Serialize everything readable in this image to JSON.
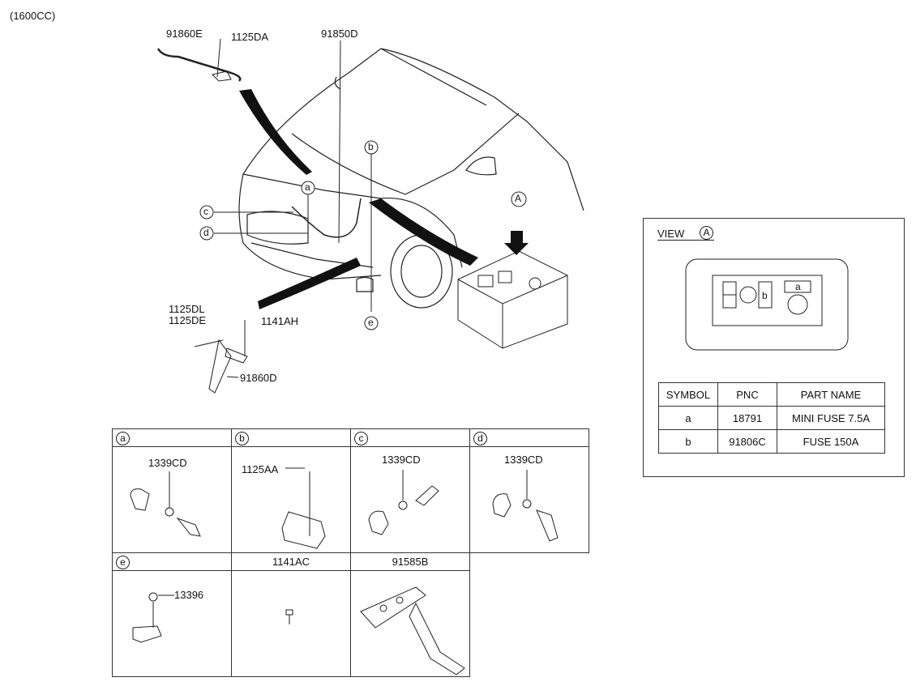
{
  "engine_note": "(1600CC)",
  "callouts": {
    "c_91860E": "91860E",
    "c_1125DA": "1125DA",
    "c_91850D": "91850D",
    "c_1125DL": "1125DL",
    "c_1125DE": "1125DE",
    "c_1141AH": "1141AH",
    "c_91860D": "91860D",
    "view_marker": "A",
    "ref_a": "a",
    "ref_b": "b",
    "ref_c": "c",
    "ref_d": "d",
    "ref_e": "e"
  },
  "detail_grid": {
    "row1_headers": [
      "a",
      "b",
      "c",
      "d"
    ],
    "row1_parts": [
      "1339CD",
      "1125AA",
      "1339CD",
      "1339CD"
    ],
    "row2_headers": [
      "e",
      "1141AC",
      "91585B"
    ],
    "row2_parts": [
      "13396"
    ]
  },
  "view_panel": {
    "title": "VIEW",
    "marker": "A",
    "fuse_labels": [
      "b",
      "a"
    ],
    "table": {
      "headers": [
        "SYMBOL",
        "PNC",
        "PART NAME"
      ],
      "rows": [
        [
          "a",
          "18791",
          "MINI FUSE 7.5A"
        ],
        [
          "b",
          "91806C",
          "FUSE 150A"
        ]
      ]
    }
  }
}
